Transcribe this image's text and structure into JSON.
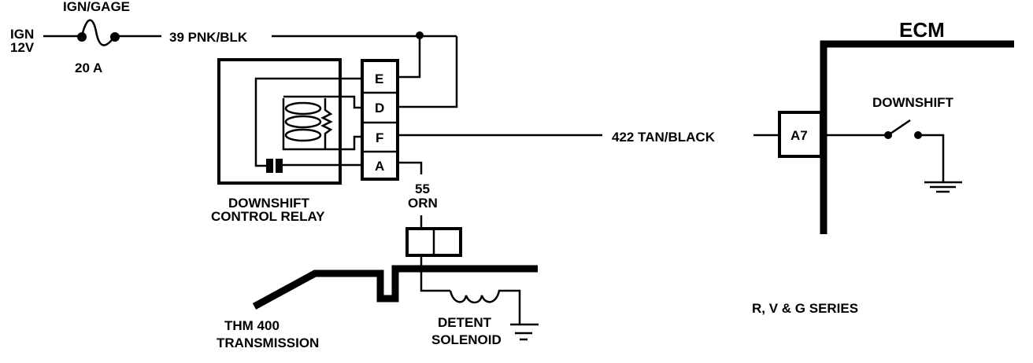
{
  "fuse": {
    "name": "IGN/GAGE",
    "rating": "20 A"
  },
  "power": {
    "line1": "IGN",
    "line2": "12V"
  },
  "wires": {
    "pink_black": "39 PNK/BLK",
    "tan_black": "422 TAN/BLACK",
    "orange_num": "55",
    "orange_color": "ORN"
  },
  "relay": {
    "label_line1": "DOWNSHIFT",
    "label_line2": "CONTROL RELAY",
    "pins": [
      "E",
      "D",
      "F",
      "A"
    ]
  },
  "ecm": {
    "title": "ECM",
    "pin": "A7",
    "switch_label": "DOWNSHIFT"
  },
  "transmission": {
    "line1": "THM 400",
    "line2": "TRANSMISSION"
  },
  "solenoid": {
    "line1": "DETENT",
    "line2": "SOLENOID"
  },
  "series": "R, V & G SERIES"
}
